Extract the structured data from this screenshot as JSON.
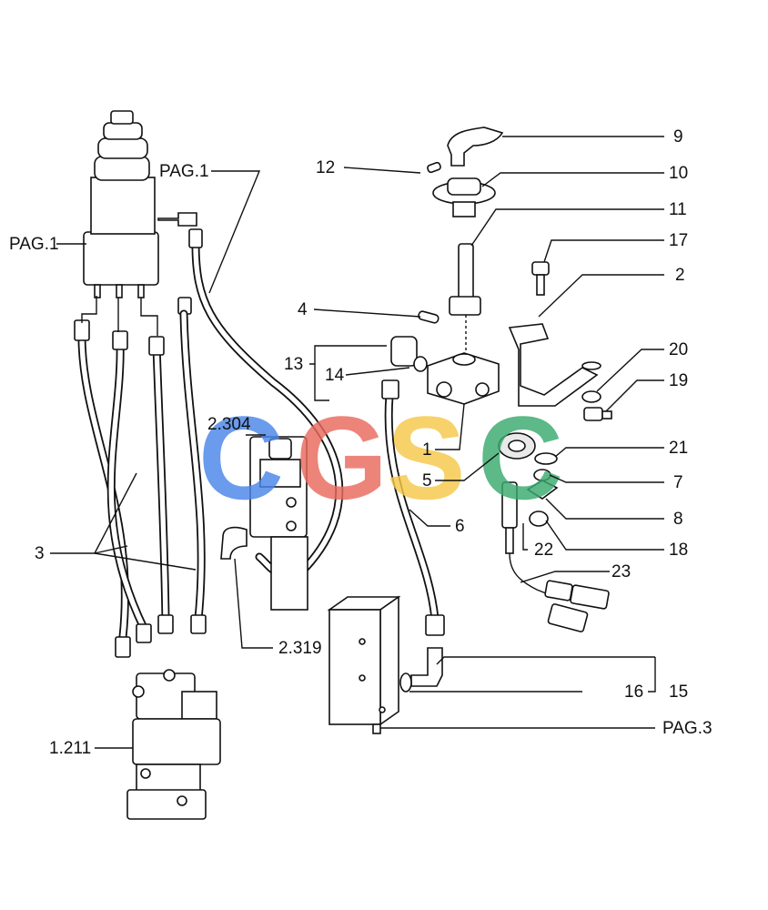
{
  "labels": {
    "l9": "9",
    "l10": "10",
    "l11": "11",
    "l12": "12",
    "l17": "17",
    "l2": "2",
    "l4": "4",
    "l13": "13",
    "l14": "14",
    "l20": "20",
    "l19": "19",
    "l1": "1",
    "l5": "5",
    "l21": "21",
    "l7": "7",
    "l8": "8",
    "l6": "6",
    "l22": "22",
    "l18": "18",
    "l23": "23",
    "l3": "3",
    "l16": "16",
    "l15": "15",
    "pag1_top": "PAG.1",
    "pag1_left": "PAG.1",
    "pag3": "PAG.3",
    "r2304": "2.304",
    "r2319": "2.319",
    "r1211": "1.211"
  },
  "watermark": {
    "letters": [
      "C",
      "G",
      "S",
      "C"
    ],
    "colors": [
      "#4a86e8",
      "#ea6a5e",
      "#f6c94a",
      "#3aaa6e"
    ]
  }
}
